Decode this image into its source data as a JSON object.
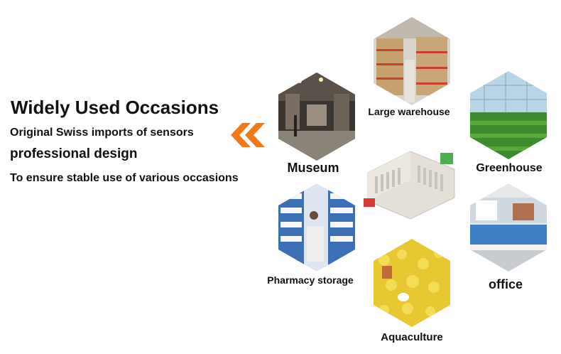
{
  "heading": {
    "title": "Widely Used Occasions",
    "line1": "Original Swiss imports of sensors",
    "line2": "professional design",
    "line3": "To ensure stable use of various occasions"
  },
  "occasions": {
    "warehouse": "Large warehouse",
    "museum": "Museum",
    "greenhouse": "Greenhouse",
    "pharmacy": "Pharmacy storage",
    "office": "office",
    "aquaculture": "Aquaculture"
  },
  "colors": {
    "accent": "#f07a1a",
    "text": "#111111"
  },
  "icons": {
    "arrow": "double-chevron-left-icon"
  }
}
